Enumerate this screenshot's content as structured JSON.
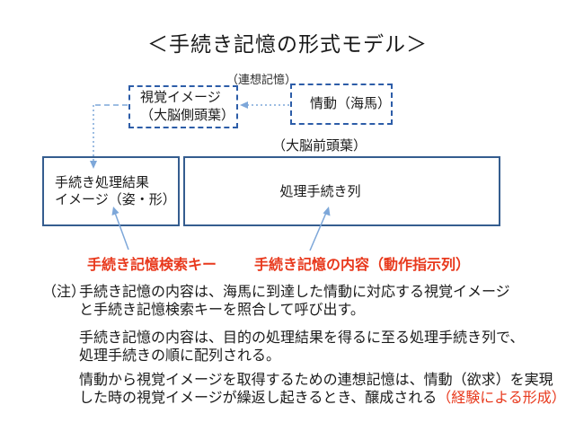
{
  "title": "＜手続き記憶の形式モデル＞",
  "diagram": {
    "assoc_memory_label": "（連想記憶）",
    "visual_image_box": {
      "line1": "視覚イメージ",
      "line2": "（大脳側頭葉）"
    },
    "emotion_box_label": "情動（海馬）",
    "frontal_lobe_label": "（大脳前頭葉）",
    "result_cell": {
      "line1": "手続き処理結果",
      "line2": "イメージ（姿・形）"
    },
    "procedure_cell_label": "処理手続き列",
    "search_key_label": "手続き記憶検索キー",
    "content_label": "手続き記憶の内容（動作指示列）"
  },
  "notes": {
    "marker": "（注）",
    "p1": {
      "line1": "手続き記憶の内容は、海馬に到達した情動に対応する視覚イメージ",
      "line2": "と手続き記憶検索キーを照合して呼び出す。"
    },
    "p2": {
      "line1": "手続き記憶の内容は、目的の処理結果を得るに至る処理手続き列で、",
      "line2": "処理手続きの順に配列される。"
    },
    "p3": {
      "line1": "情動から視覚イメージを取得するための連想記憶は、情動（欲求）を実現",
      "line2_black": "した時の視覚イメージが繰返し起きるとき、醸成される",
      "line2_red": "（経験による形成）"
    }
  },
  "colors": {
    "text_black": "#1a1a1a",
    "red_text": "#e8391d",
    "dashed_box_border": "#2d5da8",
    "solid_box_border": "#355d8f",
    "connector_blue": "#7da7d9"
  }
}
